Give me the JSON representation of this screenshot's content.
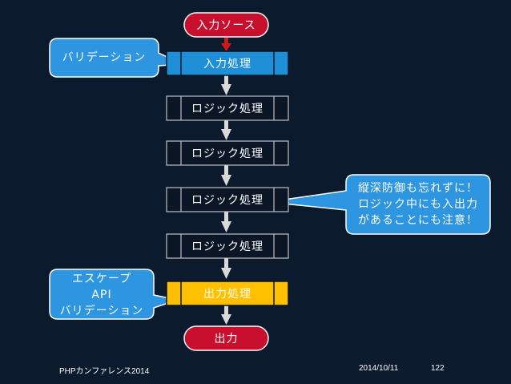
{
  "flow": {
    "input_source": "入力ソース",
    "input_process": "入力処理",
    "logic_1": "ロジック処理",
    "logic_2": "ロジック処理",
    "logic_3": "ロジック処理",
    "logic_4": "ロジック処理",
    "output_process": "出力処理",
    "output": "出力"
  },
  "callouts": {
    "validation": "バリデーション",
    "defense_line1": "縦深防御も忘れずに！",
    "defense_line2": "ロジック中にも入出力",
    "defense_line3": "があることにも注意！",
    "escape_line1": "エスケープ",
    "escape_line2": "API",
    "escape_line3": "バリデーション"
  },
  "footer": {
    "event": "PHPカンファレンス2014",
    "date": "2014/10/11",
    "page": "122"
  },
  "colors": {
    "background": "#0c1a2e",
    "terminal_red": "#c8102e",
    "input_blue": "#1e8fd6",
    "logic_dark": "#0a1626",
    "output_yellow": "#ffc000",
    "callout_blue": "#2e96e0",
    "arrow_gray": "#d9d9d9",
    "arrow_red": "#d0181c"
  }
}
